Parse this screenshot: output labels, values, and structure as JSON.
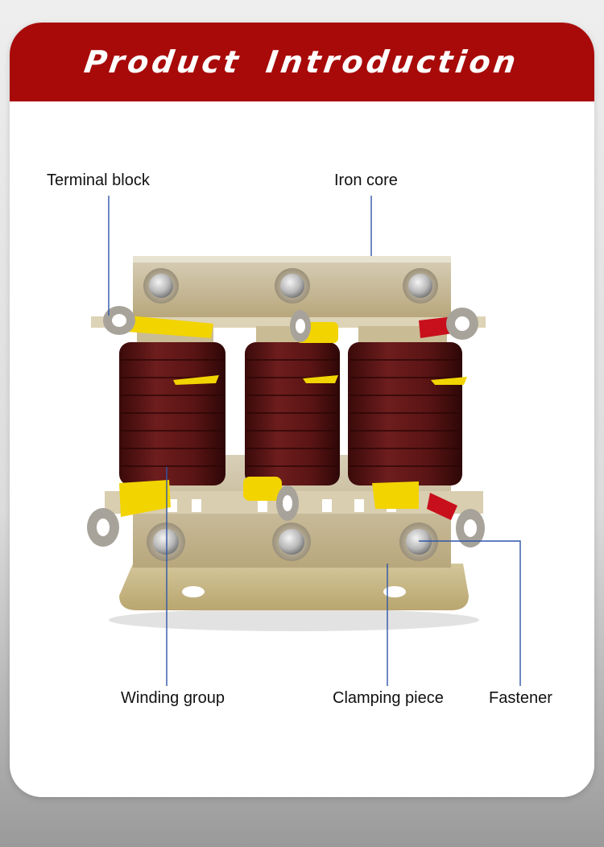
{
  "page": {
    "title": "Product Introduction",
    "colors": {
      "banner": "#a80a0a",
      "leader_line": "#2f56a8",
      "coil": "#5a1414",
      "terminal_yellow": "#f2d400",
      "terminal_red": "#c8101c",
      "frame": "#c8b98e"
    }
  },
  "labels": {
    "terminal_block": "Terminal block",
    "iron_core": "Iron core",
    "winding_group": "Winding group",
    "clamping_piece": "Clamping piece",
    "fastener": "Fastener"
  }
}
